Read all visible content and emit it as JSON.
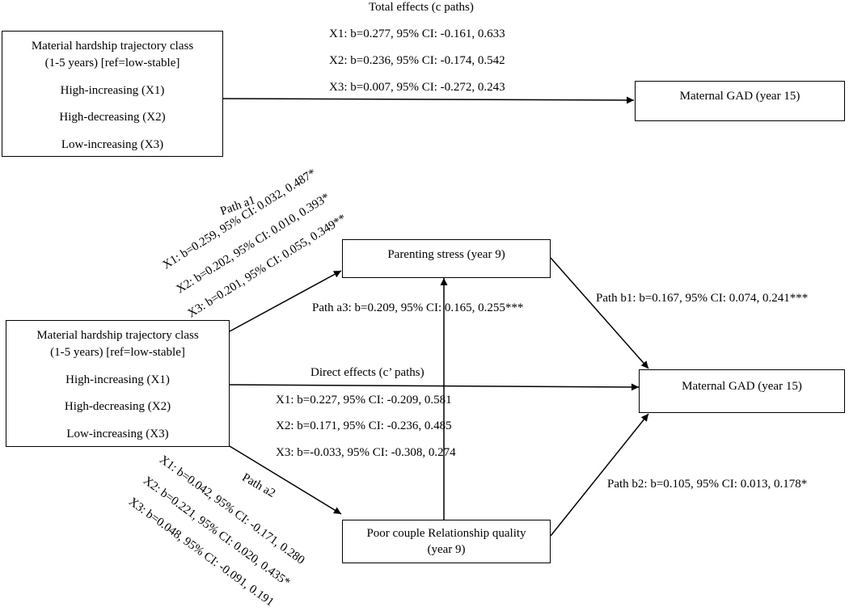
{
  "total_model": {
    "predictor": {
      "title_line1": "Material hardship trajectory class",
      "title_line2": "(1-5 years) [ref=low-stable]",
      "x1": "High-increasing (X1)",
      "x2": "High-decreasing (X2)",
      "x3": "Low-increasing (X3)"
    },
    "outcome": "Maternal GAD (year 15)",
    "effects_title": "Total effects (c paths)",
    "effects": [
      "X1: b=0.277, 95% CI: -0.161, 0.633",
      "X2: b=0.236, 95% CI: -0.174, 0.542",
      "X3: b=0.007, 95% CI: -0.272, 0.243"
    ]
  },
  "mediation_model": {
    "predictor": {
      "title_line1": "Material hardship trajectory class",
      "title_line2": "(1-5 years) [ref=low-stable]",
      "x1": "High-increasing (X1)",
      "x2": "High-decreasing (X2)",
      "x3": "Low-increasing (X3)"
    },
    "mediator1": "Parenting stress (year 9)",
    "mediator2_line1": "Poor couple Relationship quality",
    "mediator2_line2": "(year 9)",
    "outcome": "Maternal GAD (year 15)",
    "path_a1": {
      "title": "Path a1",
      "lines": [
        "X1: b=0.259, 95% CI: 0.032, 0.487*",
        "X2: b=0.202, 95% CI: 0.010, 0.393*",
        "X3: b=0.201, 95% CI: 0.055, 0.349**"
      ]
    },
    "path_a2": {
      "title": "Path a2",
      "lines": [
        "X1: b=0.042, 95% CI: -0.171, 0.280",
        "X2: b=0.221, 95% CI: 0.020, 0.435*",
        "X3: b=0.048, 95% CI: -0.091, 0.191"
      ]
    },
    "path_a3": "Path a3: b=0.209, 95% CI: 0.165, 0.255***",
    "path_b1": "Path b1: b=0.167, 95% CI: 0.074, 0.241***",
    "path_b2": "Path b2: b=0.105, 95% CI: 0.013, 0.178*",
    "direct_title": "Direct effects (c’ paths)",
    "direct": [
      "X1: b=0.227, 95% CI: -0.209, 0.581",
      "X2: b=0.171, 95% CI: -0.236, 0.485",
      "X3: b=-0.033, 95% CI: -0.308, 0.274"
    ]
  }
}
